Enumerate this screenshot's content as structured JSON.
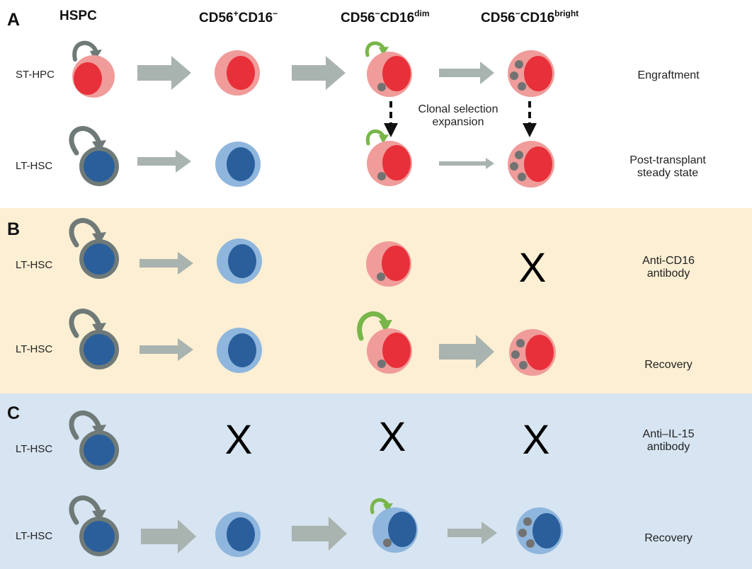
{
  "panel_letters": {
    "a": "A",
    "b": "B",
    "c": "C"
  },
  "columns": {
    "hspc": "HSPC",
    "c1_base": "CD56",
    "c1_sup1": "+",
    "c1_mid": "CD16",
    "c1_sup2": "−",
    "c2_base": "CD56",
    "c2_sup1": "−",
    "c2_mid": "CD16",
    "c2_sup2": "dim",
    "c3_base": "CD56",
    "c3_sup1": "−",
    "c3_mid": "CD16",
    "c3_sup2": "bright"
  },
  "row_labels": {
    "a1": "ST-HPC",
    "a2": "LT-HSC",
    "b1": "LT-HSC",
    "b2": "LT-HSC",
    "c1": "LT-HSC",
    "c2": "LT-HSC"
  },
  "annotation": {
    "line1": "Clonal selection",
    "line2": "expansion"
  },
  "outcomes": {
    "a1": "Engraftment",
    "a2_line1": "Post-transplant",
    "a2_line2": "steady state",
    "b1_line1": "Anti-CD16",
    "b1_line2": "antibody",
    "b2": "Recovery",
    "c1_line1": "Anti–IL-15",
    "c1_line2": "antibody",
    "c2": "Recovery"
  },
  "blocked_mark": "X",
  "colors": {
    "panel_b_bg": "#fcefd3",
    "panel_c_bg": "#d7e4f1",
    "red_halo": "#ef9c9a",
    "red_nucleus": "#e8303a",
    "blue_halo": "#8fb6dd",
    "blue_nucleus": "#2a5f9c",
    "granule": "#727272",
    "arrow_gray": "#a9b3af",
    "self_renewal_dark": "#6f7a78",
    "self_renewal_green": "#78b64a"
  }
}
